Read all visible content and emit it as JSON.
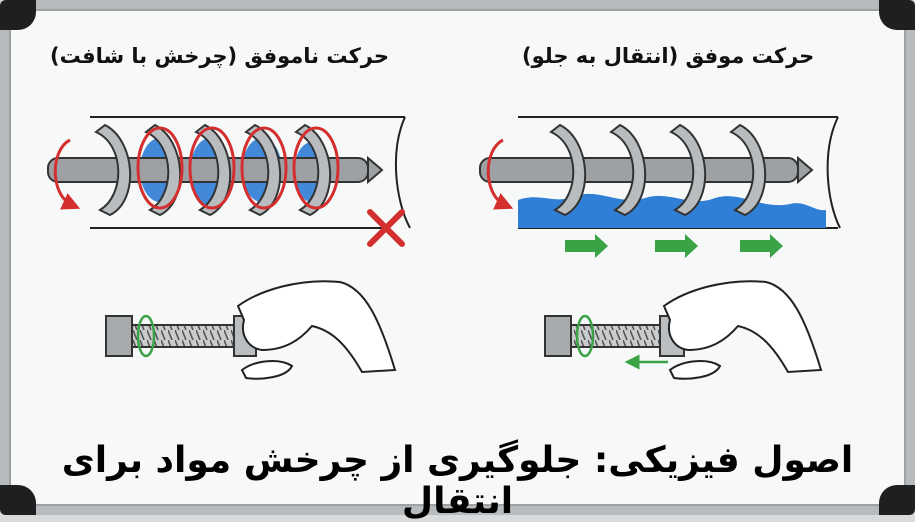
{
  "headings": {
    "failed": "حرکت ناموفق (چرخش با شافت)",
    "success": "حرکت موفق (انتقال به جلو)"
  },
  "caption": "اصول فیزیکی: جلوگیری از چرخش مواد برای انتقال",
  "colors": {
    "material": "#2f7fd6",
    "rotation_arrow": "#d32f2f",
    "forward_arrow": "#3aa346",
    "cross": "#d32f2f",
    "frame": "#b8bbbe"
  }
}
